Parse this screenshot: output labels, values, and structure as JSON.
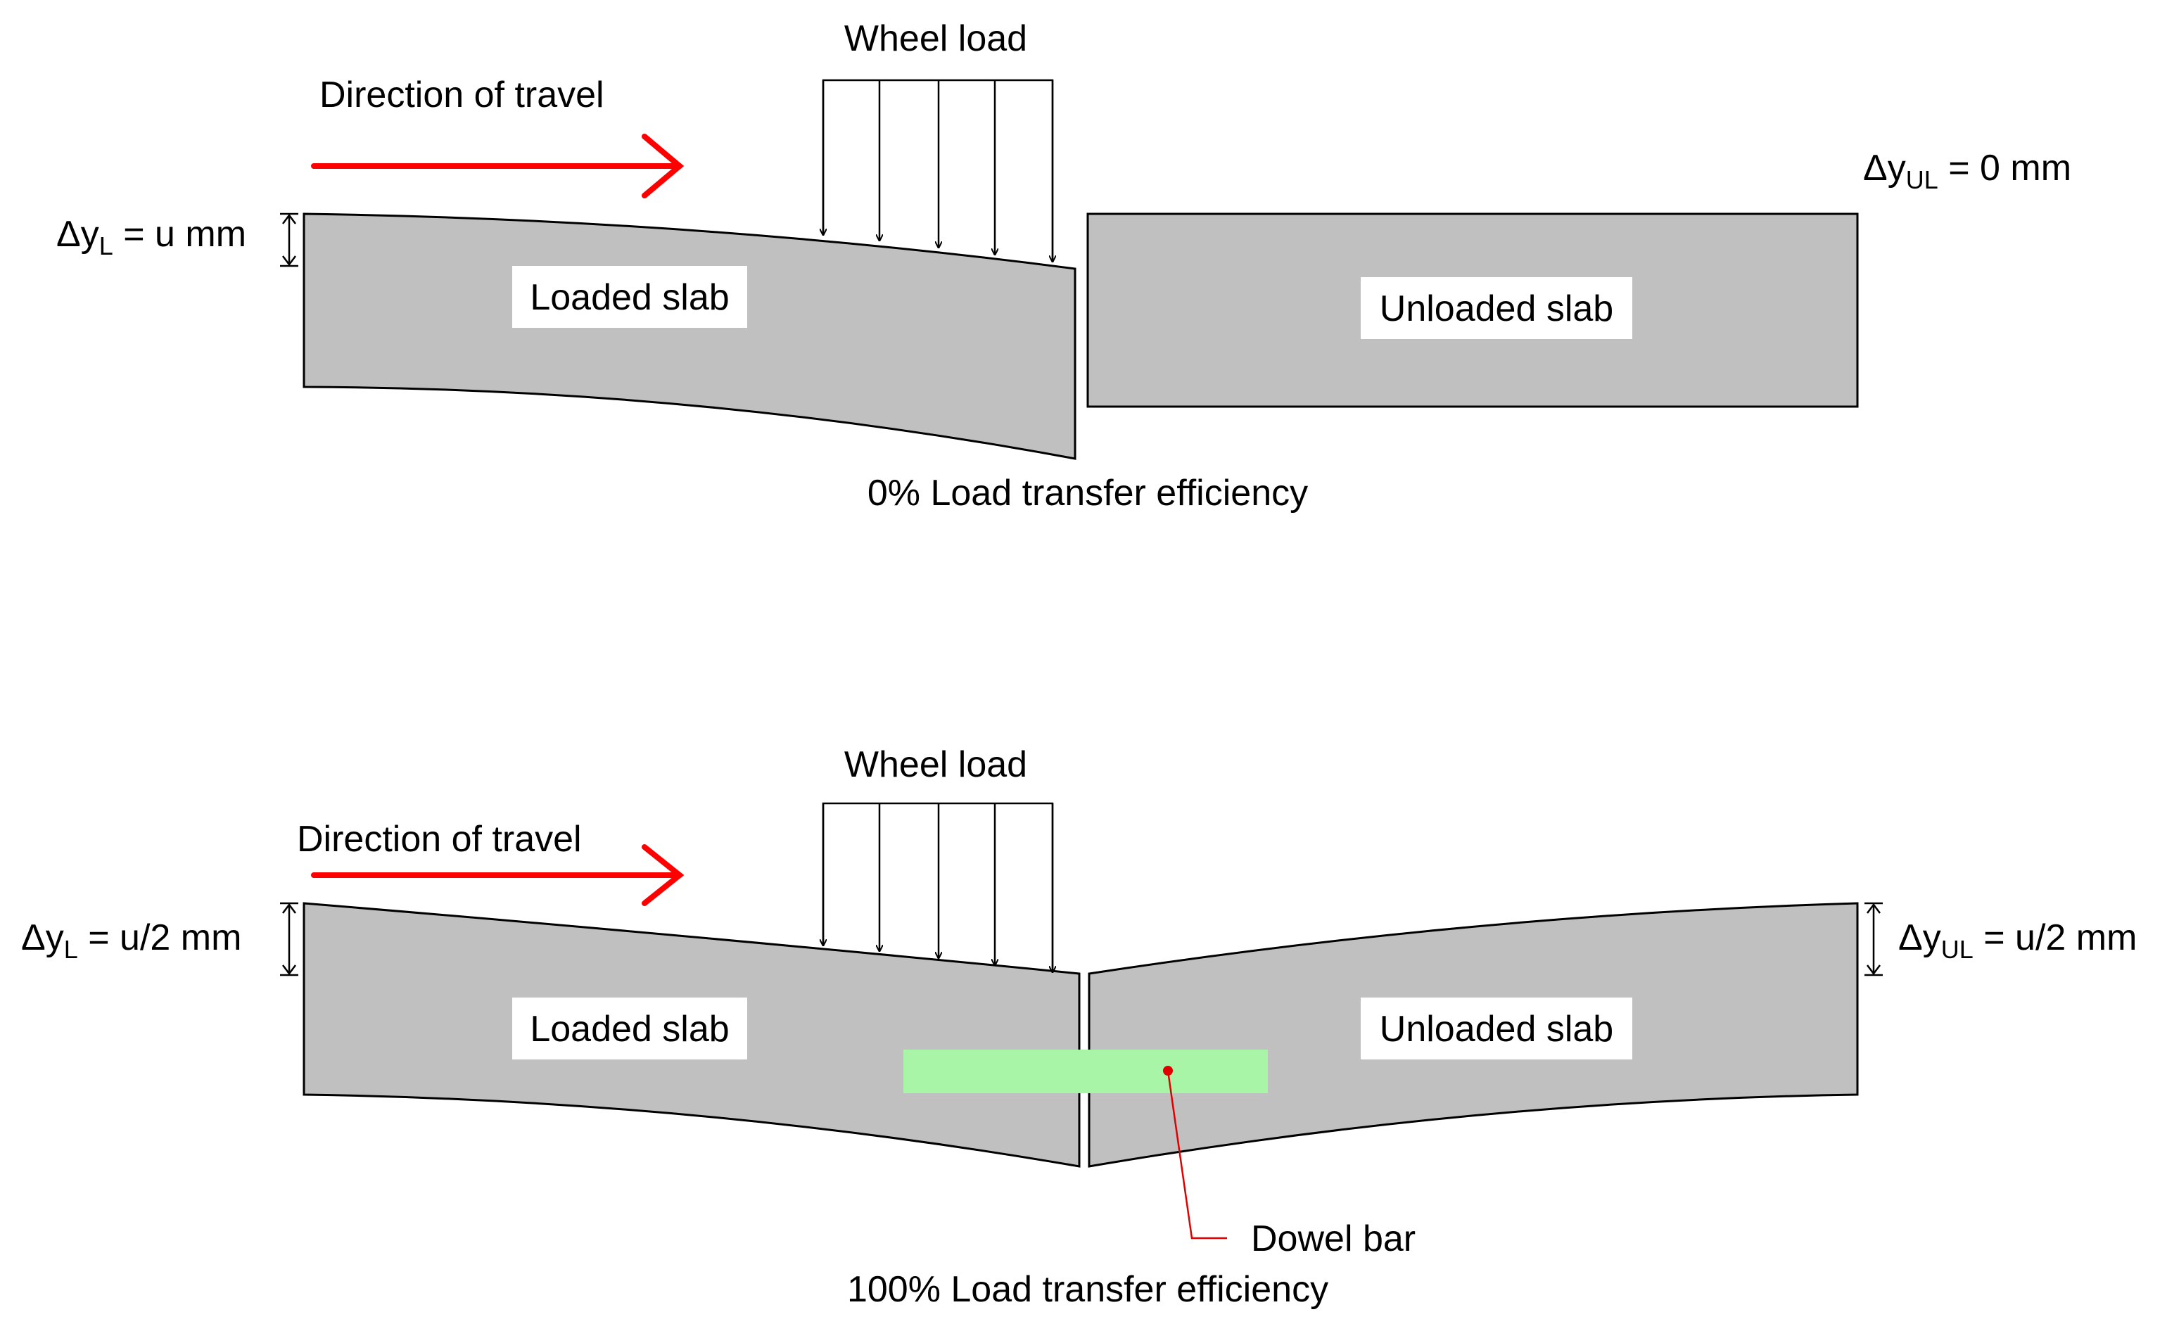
{
  "colors": {
    "slab": "#c0c0c0",
    "travel_arrow": "#ff0000",
    "dowel_bar": "#a8f5a8",
    "leader": "#e00000",
    "outline": "#000000"
  },
  "top": {
    "wheel_load": "Wheel load",
    "direction": "Direction of travel",
    "loaded_slab": "Loaded slab",
    "unloaded_slab": "Unloaded slab",
    "dy_loaded": {
      "base": "Δy",
      "sub": "L",
      "rest": " = u mm"
    },
    "dy_unloaded": {
      "base": "Δy",
      "sub": "UL",
      "rest": " = 0 mm"
    },
    "caption": "0% Load transfer efficiency"
  },
  "bottom": {
    "wheel_load": "Wheel load",
    "direction": "Direction of travel",
    "loaded_slab": "Loaded slab",
    "unloaded_slab": "Unloaded slab",
    "dy_loaded": {
      "base": "Δy",
      "sub": "L",
      "rest": " = u/2 mm"
    },
    "dy_unloaded": {
      "base": "Δy",
      "sub": "UL",
      "rest": " = u/2 mm"
    },
    "dowel_label": "Dowel bar",
    "caption": "100% Load transfer efficiency"
  }
}
